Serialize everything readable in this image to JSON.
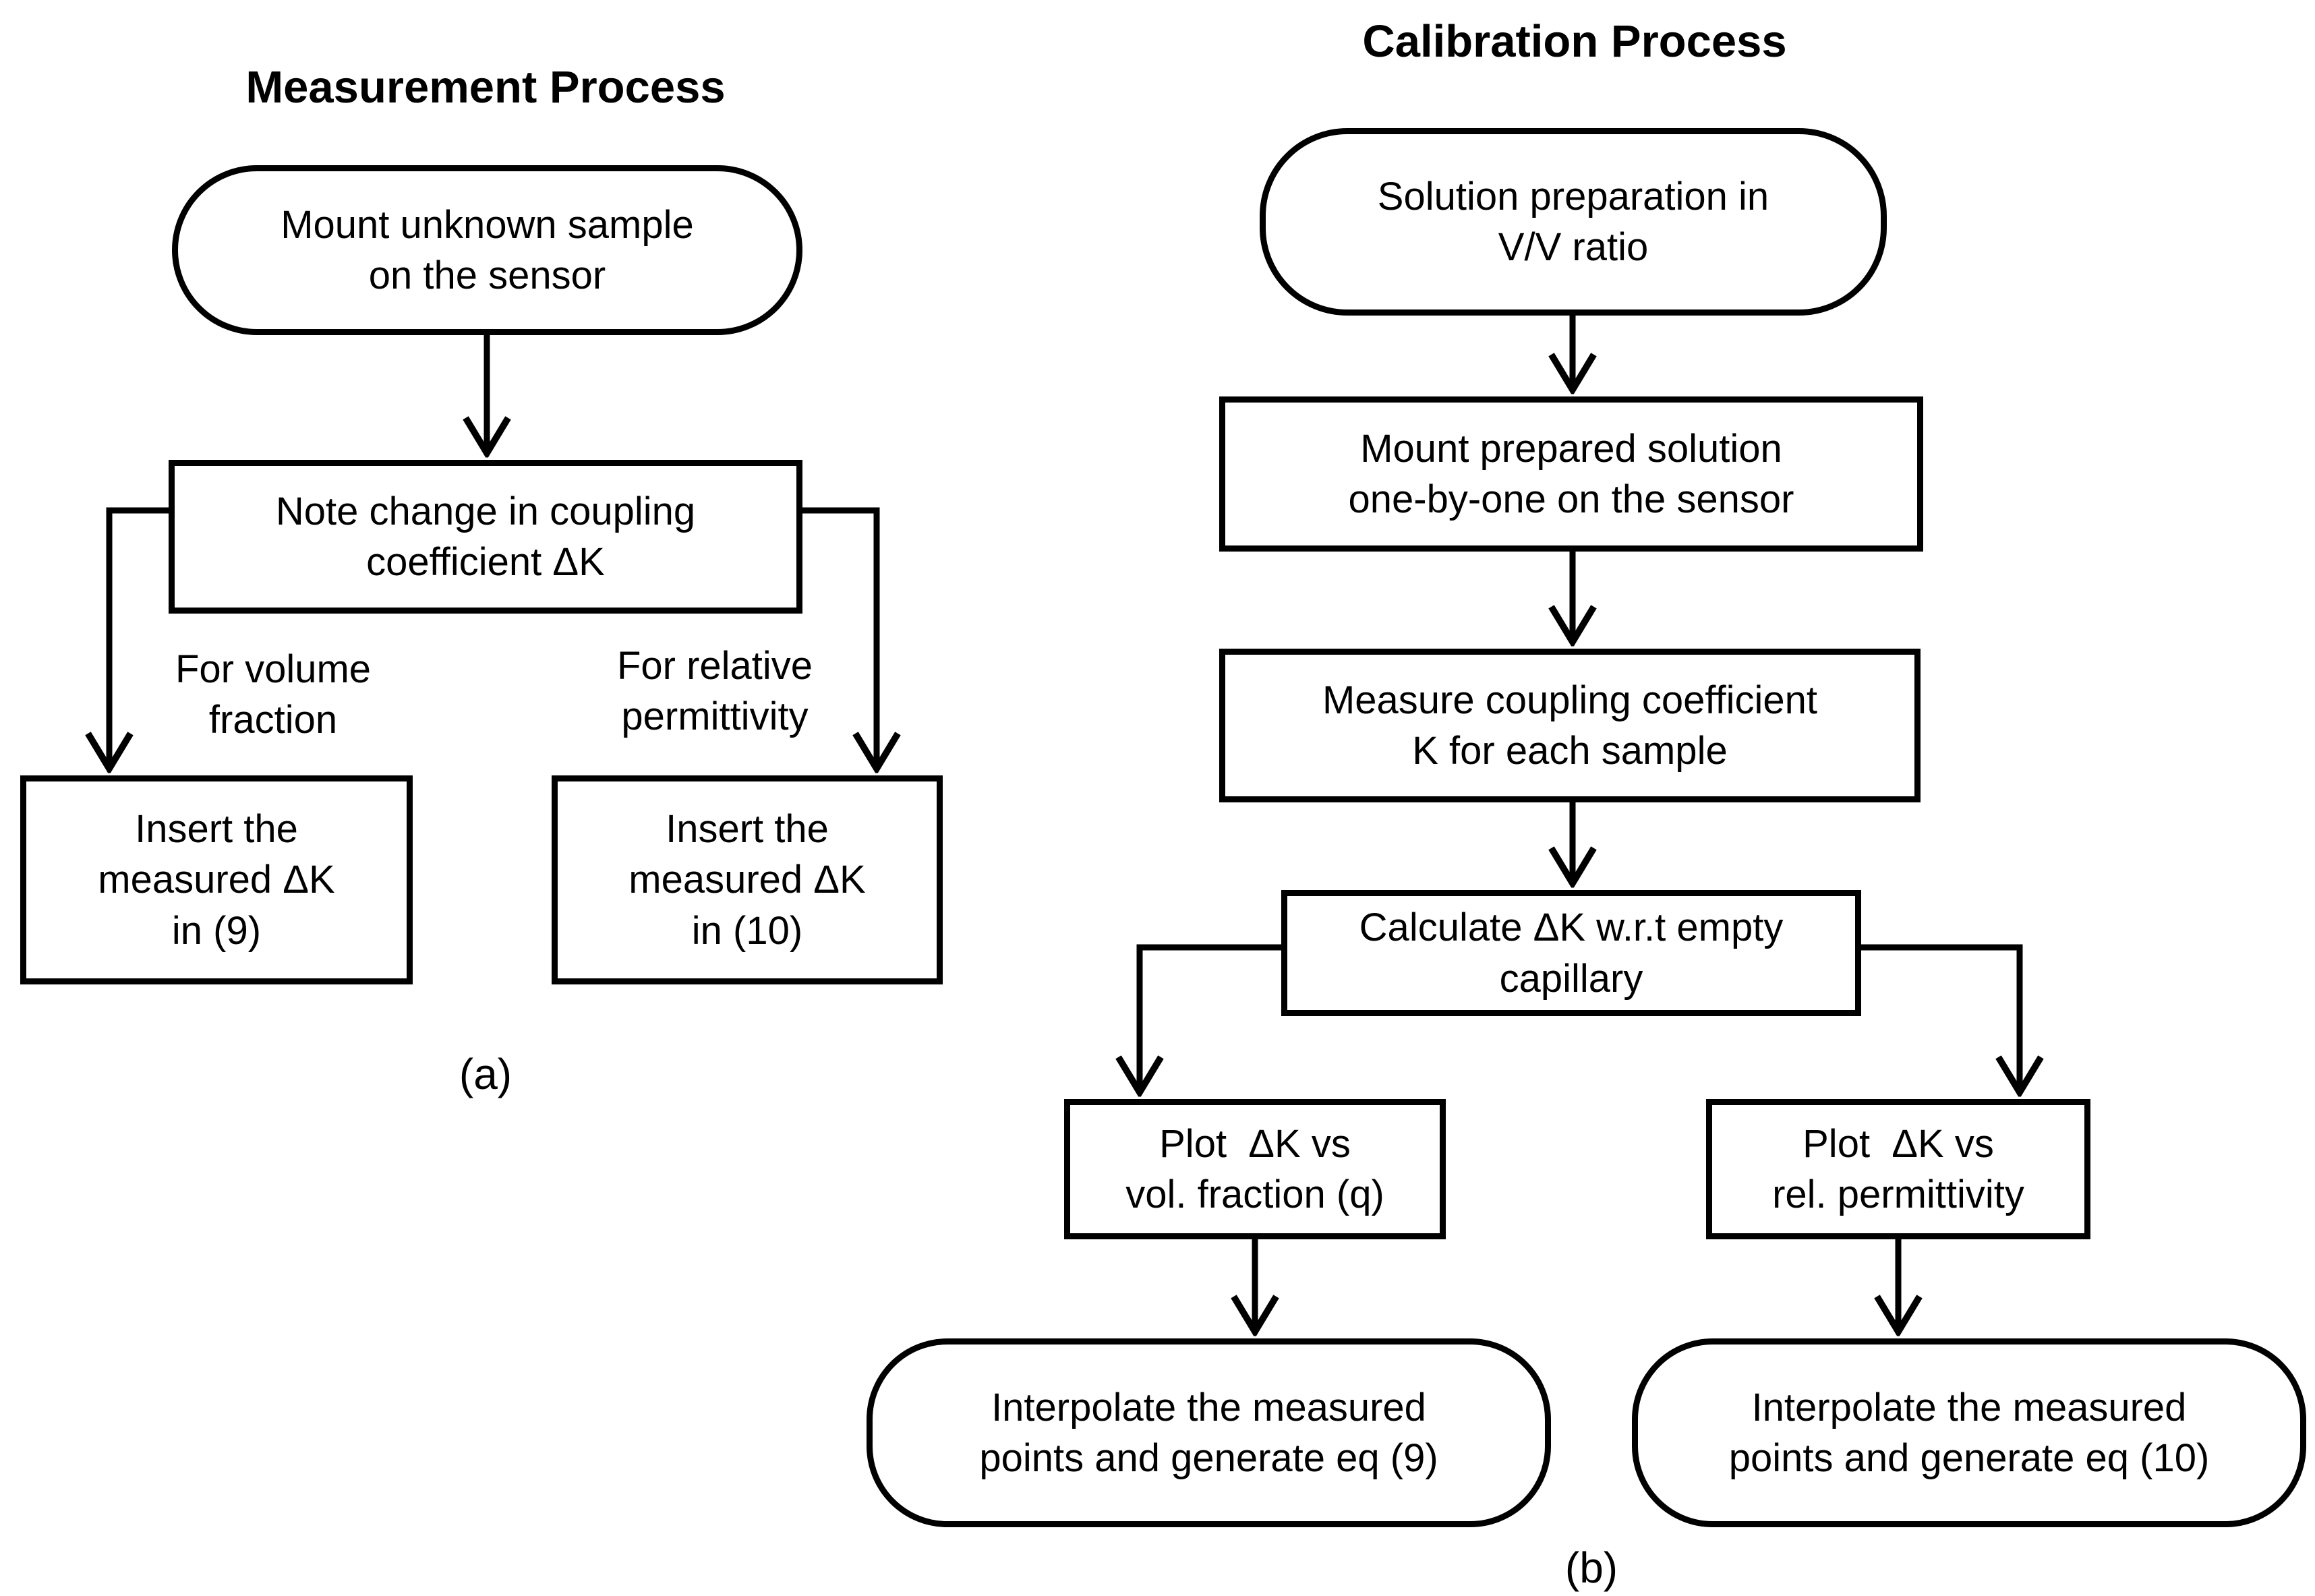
{
  "figure": {
    "type": "flowchart",
    "ink_color": "#000000",
    "paper_color": "#ffffff"
  },
  "panel_a": {
    "title": "Measurement Process",
    "caption": "(a)",
    "nodes": {
      "mount_sample": "Mount unknown sample\non the sensor",
      "note_change": "Note change in coupling\ncoefficient ΔK",
      "insert_eq9": "Insert the\nmeasured ΔK\nin (9)",
      "insert_eq10": "Insert the\nmeasured ΔK\nin (10)"
    },
    "branch_labels": {
      "volume_fraction": "For volume\nfraction",
      "relative_permittivity": "For relative\npermittivity"
    }
  },
  "panel_b": {
    "title": "Calibration Process",
    "caption": "(b)",
    "nodes": {
      "solution_prep": "Solution preparation in\nV/V ratio",
      "mount_solution": "Mount prepared solution\none-by-one on the sensor",
      "measure_k": "Measure coupling coefficient\nK for each sample",
      "calculate_dk": "Calculate ΔK w.r.t empty\ncapillary",
      "plot_vol_fraction": "Plot  ΔK vs\nvol. fraction (q)",
      "plot_rel_permittivity": "Plot  ΔK vs\nrel. permittivity",
      "interpolate_eq9": "Interpolate the measured\npoints and generate eq (9)",
      "interpolate_eq10": "Interpolate the measured\npoints and generate eq (10)"
    }
  }
}
